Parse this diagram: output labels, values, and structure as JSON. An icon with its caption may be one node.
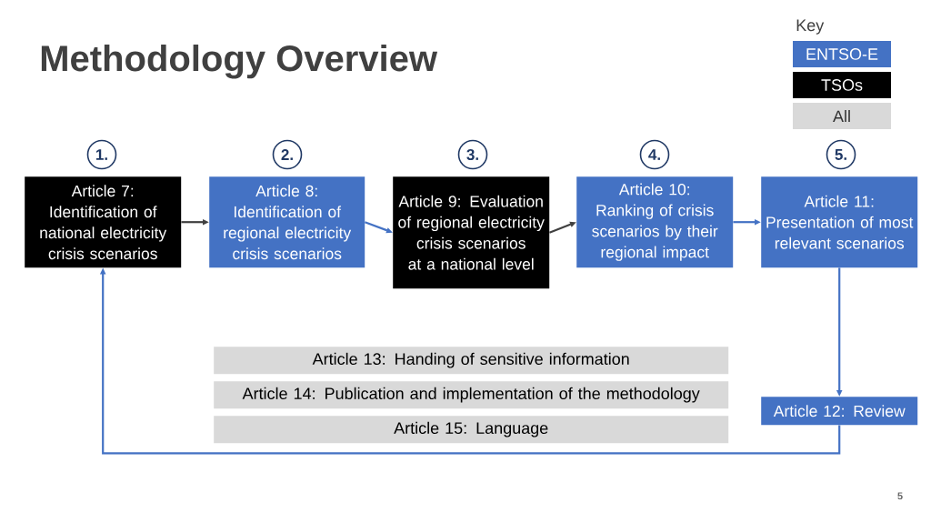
{
  "diagram": {
    "title": "Methodology Overview",
    "nodes": [
      {
        "text": [
          "1."
        ]
      },
      {
        "text": [
          "2."
        ]
      },
      {
        "text": [
          "3."
        ]
      },
      {
        "text": [
          "4."
        ]
      },
      {
        "text": [
          "5."
        ]
      },
      {
        "text": [
          "Article 7: Identification of national electricity crisis scenarios"
        ]
      },
      {
        "text": [
          "Article 8: Identification of regional electricity crisis scenarios"
        ]
      },
      {
        "text": [
          "Article 9: Evaluation of regional electricity crisis scenarios at a national level"
        ]
      },
      {
        "text": [
          "Article 10: Ranking of crisis scenarios by their regional impact"
        ]
      },
      {
        "text": [
          "Article 11: Presentation of most relevant scenarios"
        ]
      },
      {
        "text": [
          "Article 12: Review"
        ]
      },
      {
        "text": [
          "Article 13: Handing of sensitive information"
        ]
      },
      {
        "text": [
          "Article 14: Publication and implementation of the methodology"
        ]
      },
      {
        "text": [
          "Article 15: Language"
        ]
      }
    ],
    "edges": [
      {
        "from": 5,
        "to": 6,
        "arrow": "to",
        "color": "#404040"
      },
      {
        "from": 6,
        "to": 7,
        "arrow": "to"
      },
      {
        "from": 7,
        "to": 8,
        "arrow": "to",
        "color": "#404040"
      },
      {
        "from": 8,
        "to": 9,
        "arrow": "to"
      },
      {
        "from": 9,
        "to": 10,
        "arrow": "to"
      },
      {
        "from": 10,
        "to": 5,
        "arrow": "to"
      }
    ],
    "labels": [
      "Key",
      "5"
    ],
    "legend": [
      {
        "text": "ENTSO-E",
        "color": "#4472c4"
      },
      {
        "text": "TSOs",
        "color": "#000000"
      },
      {
        "text": "All",
        "color": "#d9d9d9"
      }
    ]
  }
}
